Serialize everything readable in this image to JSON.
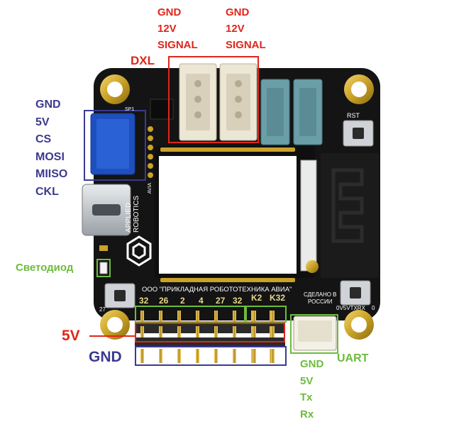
{
  "labels": {
    "dxl": "DXL",
    "dxl_pins_a": [
      "GND",
      "12V",
      "SIGNAL"
    ],
    "dxl_pins_b": [
      "GND",
      "12V",
      "SIGNAL"
    ],
    "spi_pins": [
      "GND",
      "5V",
      "CS",
      "MOSI",
      "MIISO",
      "CKL"
    ],
    "led": "Светодиод",
    "five_v": "5V",
    "gnd": "GND",
    "uart": "UART",
    "uart_pins": [
      "GND",
      "5V",
      "Tx",
      "Rx"
    ]
  },
  "silkscreen": {
    "sp1": "SP1",
    "rst": "RST",
    "brand_line1": "APPLIED",
    "brand_line2": "ROBOTICS",
    "brand_avia": "AVIA",
    "company": "ООО \"ПРИКЛАДНАЯ РОБОТОТЕХНИКА АВИА\"",
    "made_in_1": "СДЕЛАНО В",
    "made_in_2": "РОССИИ",
    "pin_numbers": [
      "32",
      "26",
      "2",
      "4",
      "27",
      "32"
    ],
    "k_labels": [
      "K2",
      "K32"
    ],
    "left_num": "27",
    "right_header": "0V5VTXRX",
    "right_num": "0"
  },
  "colors": {
    "red": "#e0251b",
    "blue": "#3b3a8f",
    "green": "#6cbc3c",
    "board": "#141414",
    "gold": "#c9a227",
    "connector_cream": "#ece6d4",
    "connector_teal": "#6a9fa8",
    "usb_silver": "#c8ccd2",
    "spi_blue": "#1f4fbf",
    "pin_header": "#2a2a2a"
  }
}
